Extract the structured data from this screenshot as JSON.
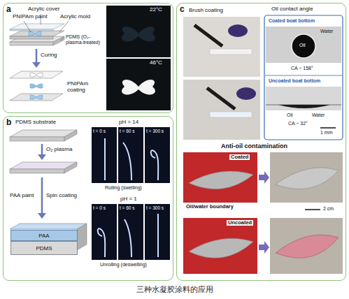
{
  "diagram": {
    "caption": "三种水凝胶涂料的应用",
    "nodes": [
      {
        "text": [
          "a"
        ]
      },
      {
        "text": [
          "b"
        ]
      },
      {
        "text": [
          "PAA"
        ],
        "in": 1
      },
      {
        "text": [
          "PDMS"
        ],
        "in": 1
      },
      {
        "text": [
          "c"
        ]
      }
    ],
    "labels": [
      "Acrylic cover",
      "PNIPAm paint",
      "Acrylic mold",
      "PDMS (O₂-plasma-treated)",
      "22°C",
      "46°C",
      "Curing",
      "PNIPAm coating",
      "PDMS substrate",
      "O₂ plasma",
      "PAA paint",
      "Spin coating",
      "pH = 14",
      "t = 0 s",
      "t = 60 s",
      "t = 300 s",
      "Rolling (swelling)",
      "pH = 1",
      "t = 0 s",
      "t = 60 s",
      "t = 300 s",
      "Unrolling (deswelling)",
      "Brush coating",
      "Oil contact angle",
      "Coated boat bottom",
      "Water",
      "Oil",
      "CA ~ 158°",
      "Uncoated boat bottom",
      "Oil",
      "Water",
      "CA ~ 32°",
      "1 mm",
      "Anti-oil contamination",
      "Coated",
      "Oil/water boundary",
      "2 cm",
      "Uncoated"
    ]
  }
}
